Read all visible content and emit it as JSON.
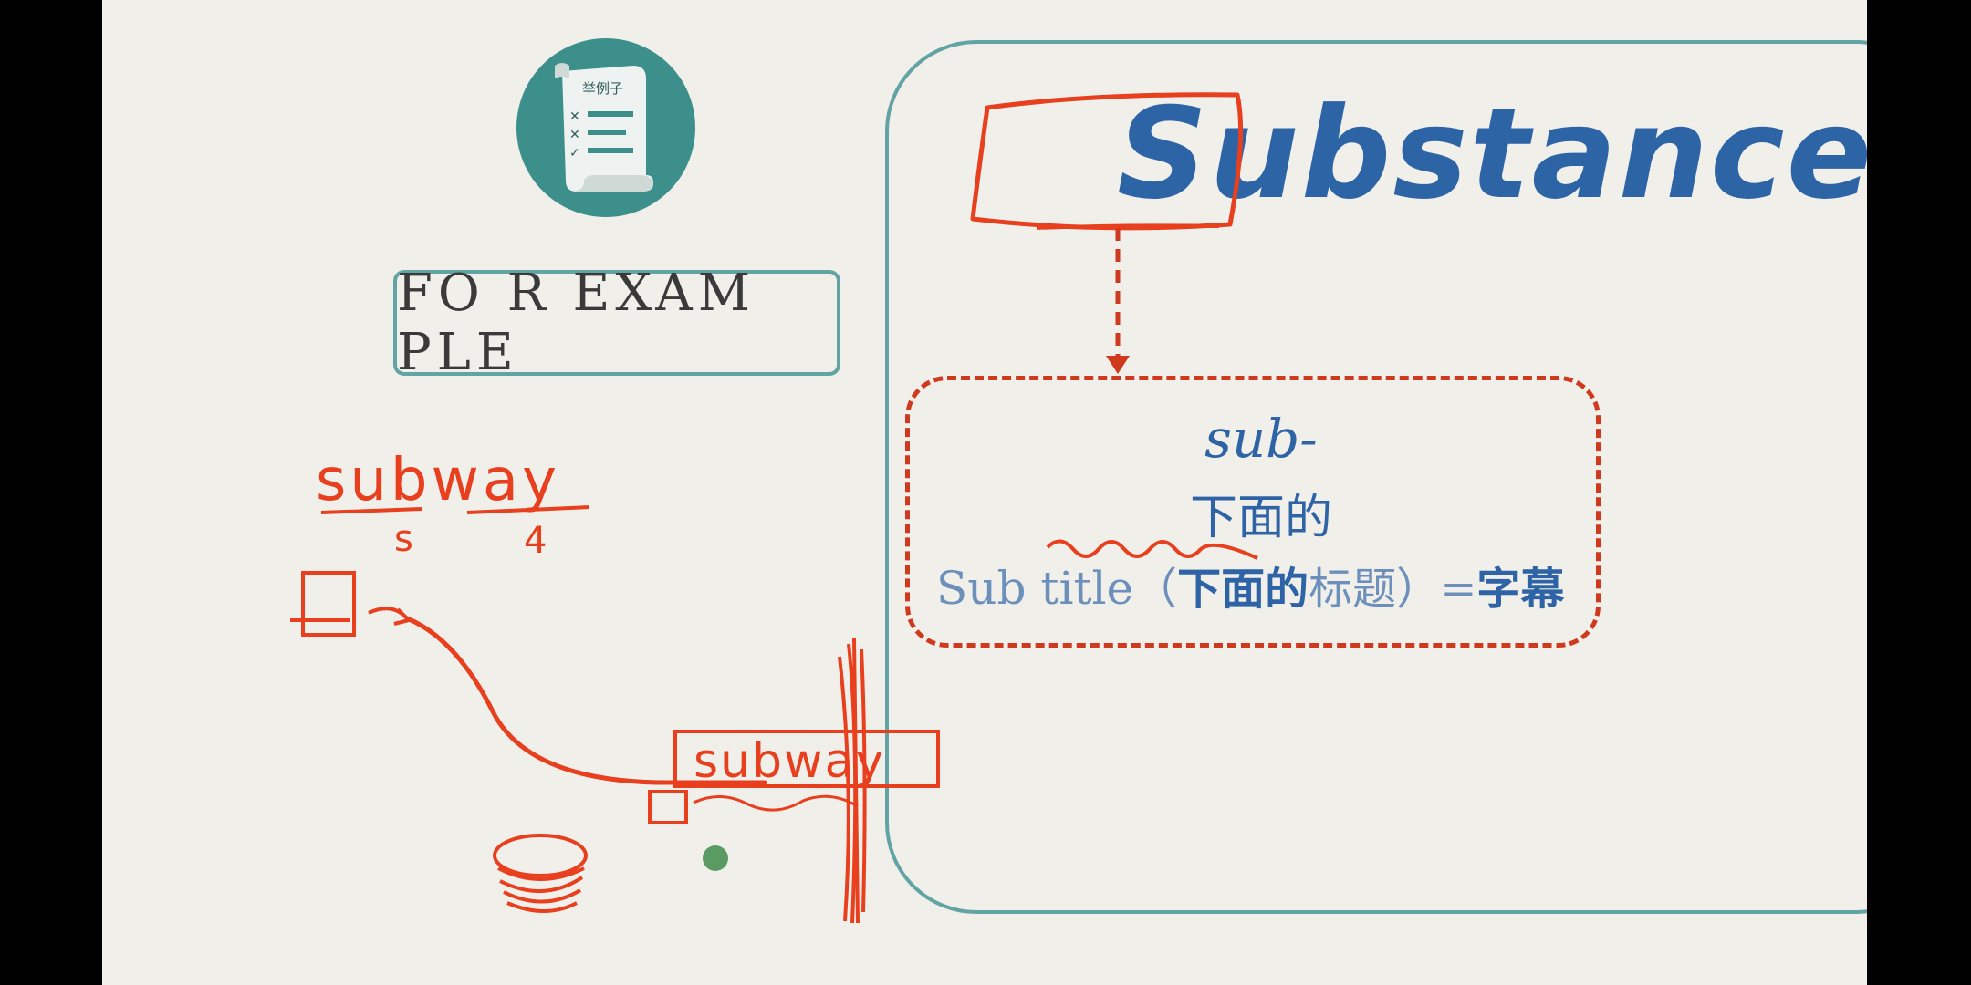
{
  "example_icon": {
    "name": "example-document-icon",
    "label": "举例子"
  },
  "for_example_label": "FO R EXAM PLE",
  "main_word": {
    "prefix_part": "Sub",
    "rest_part": "stance"
  },
  "definition": {
    "prefix": "sub-",
    "meaning": "下面的",
    "example_word": "Sub title",
    "example_open": "（",
    "example_meaning_strong": "下面的",
    "example_meaning_light": "标题",
    "example_close": "）",
    "example_equals": "=",
    "example_translation": "字幕"
  },
  "handwriting": {
    "word_top": "subway",
    "mark_left": "s",
    "mark_right": "4",
    "word_bottom": "subway"
  },
  "colors": {
    "slide_background": "#f1efea",
    "panel_border": "#62a3a3",
    "title_blue": "#2c64a6",
    "ink_red": "#e8401f",
    "dashed_red": "#cf3a1f",
    "icon_teal": "#3d8f8c",
    "cursor_green": "#5a9a63"
  }
}
